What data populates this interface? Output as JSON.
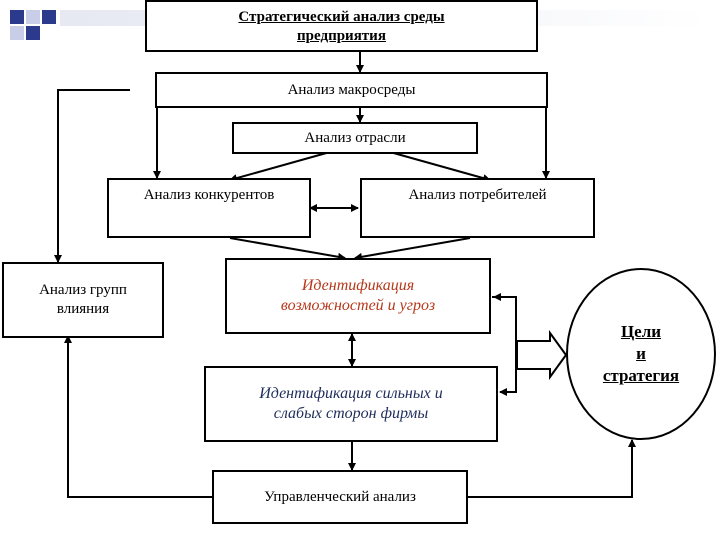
{
  "diagram": {
    "title_line1": "Стратегический анализ среды",
    "title_line2": "предприятия",
    "macro": "Анализ макросреды",
    "industry": "Анализ отрасли",
    "competitors": "Анализ конкурентов",
    "consumers": "Анализ потребителей",
    "influence_line1": "Анализ групп",
    "influence_line2": "влияния",
    "opportunities_line1": "Идентификация",
    "opportunities_line2": "возможностей и угроз",
    "strengths_line1": "Идентификация сильных и",
    "strengths_line2": "слабых сторон фирмы",
    "management": "Управленческий анализ",
    "goals_line1": "Цели",
    "goals_line2": "и",
    "goals_line3": "стратегия"
  },
  "colors": {
    "accent_squares": "#2b3a8c",
    "accent_squares_light": "#c8cde8",
    "red_text": "#b5381b",
    "dark_text": "#1f2d5c"
  }
}
